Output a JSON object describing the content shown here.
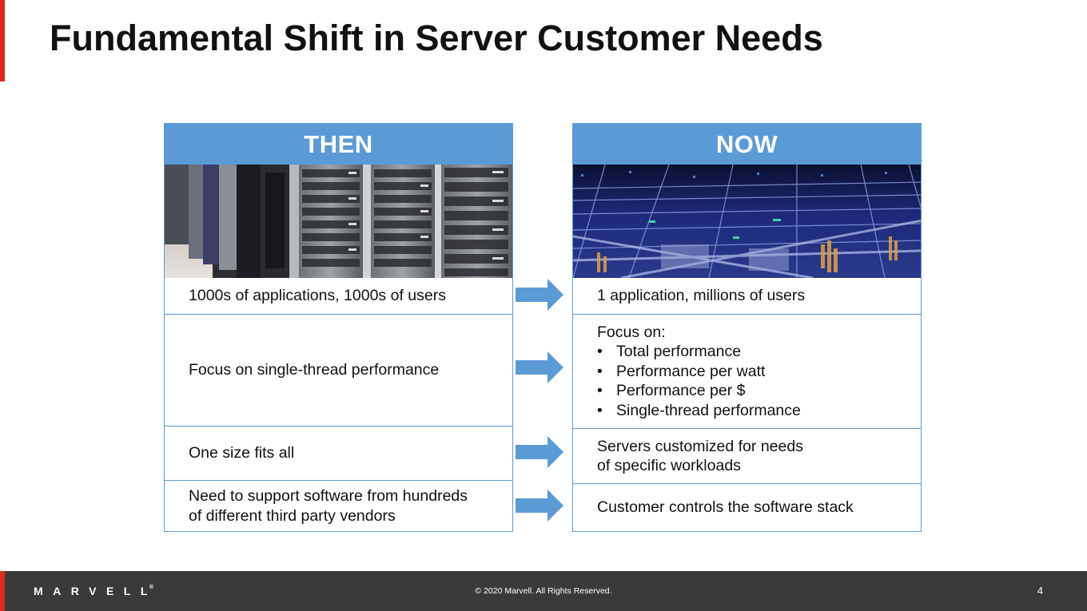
{
  "slide": {
    "title": "Fundamental Shift in Server Customer Needs",
    "then": {
      "header": "THEN",
      "image": "server-racks-photo",
      "rows": [
        {
          "text": "1000s of applications, 1000s of users"
        },
        {
          "text": "Focus on single-thread performance"
        },
        {
          "text": "One size fits all"
        },
        {
          "line1": "Need to support software from hundreds",
          "line2": "of different third party vendors"
        }
      ]
    },
    "now": {
      "header": "NOW",
      "image": "datacenter-photo",
      "rows": [
        {
          "text": "1 application, millions of users"
        },
        {
          "heading": "Focus on:",
          "bullets": [
            "Total performance",
            "Performance per watt",
            "Performance per $",
            "Single-thread performance"
          ]
        },
        {
          "line1": "Servers customized for needs",
          "line2": "of specific workloads"
        },
        {
          "text": "Customer controls the software stack"
        }
      ]
    },
    "arrow_icon": "right-arrow-icon"
  },
  "footer": {
    "logo": "MARVELL",
    "copyright": "© 2020 Marvell. All Rights Reserved.",
    "page_number": "4"
  },
  "colors": {
    "accent": "#e3281b",
    "panel_blue": "#5b9bd5",
    "arrow_blue": "#5b9bd5",
    "footer_bg": "#3a3a3a"
  }
}
